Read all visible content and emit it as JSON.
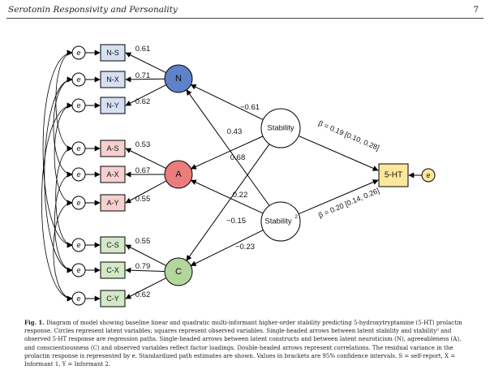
{
  "header": {
    "running_title": "Serotonin Responsivity and Personality",
    "page_number": "7"
  },
  "figure": {
    "observed": [
      {
        "label": "N-S",
        "loading": "0.61",
        "color": "#d6e0f3"
      },
      {
        "label": "N-X",
        "loading": "0.71",
        "color": "#d6e0f3"
      },
      {
        "label": "N-Y",
        "loading": "0.62",
        "color": "#d6e0f3"
      },
      {
        "label": "A-S",
        "loading": "0.53",
        "color": "#f6cfcf"
      },
      {
        "label": "A-X",
        "loading": "0.67",
        "color": "#f6cfcf"
      },
      {
        "label": "A-Y",
        "loading": "0.55",
        "color": "#f6cfcf"
      },
      {
        "label": "C-S",
        "loading": "0.55",
        "color": "#d3e8c6"
      },
      {
        "label": "C-X",
        "loading": "0.79",
        "color": "#d3e8c6"
      },
      {
        "label": "C-Y",
        "loading": "0.62",
        "color": "#d3e8c6"
      }
    ],
    "error_label": "e",
    "latent": [
      {
        "label": "N",
        "color": "#5f82c8"
      },
      {
        "label": "A",
        "color": "#ec7b7b"
      },
      {
        "label": "C",
        "color": "#b3d69d"
      }
    ],
    "stability_label": "Stability",
    "stability2_label": "Stability",
    "stability2_sup": "2",
    "paths": {
      "stab_N": "−0.61",
      "stab_A": "0.43",
      "stab_C": "0.68",
      "stab2_N": "0.22",
      "stab2_A": "−0.15",
      "stab2_C": "−0.23"
    },
    "outcome_label": "5-HT",
    "outcome_color": "#fde79b",
    "outcome_error_color": "#fde79b",
    "beta1": "β = 0.19 [0.10, 0.28]",
    "beta2": "β = 0.20 [0.14, 0.26]"
  },
  "caption": {
    "label": "Fig. 1.",
    "text": "Diagram of model showing baseline linear and quadratic multi-informant higher-order stability predicting 5-hydroxytryptamine (5-HT) prolactin response. Circles represent latent variables; squares represent observed variables. Single-headed arrows between latent stability and stability² and observed 5-HT response are regression paths. Single-headed arrows between latent constructs and between latent neuroticism (N), agreeableness (A), and conscientiousness (C) and observed variables reflect factor loadings. Double-headed arrows represent correlations. The residual variance in the prolactin response is represented by e. Standardized path estimates are shown. Values in brackets are 95% confidence intervals. S = self-report, X = Informant 1, Y = Informant 2."
  }
}
